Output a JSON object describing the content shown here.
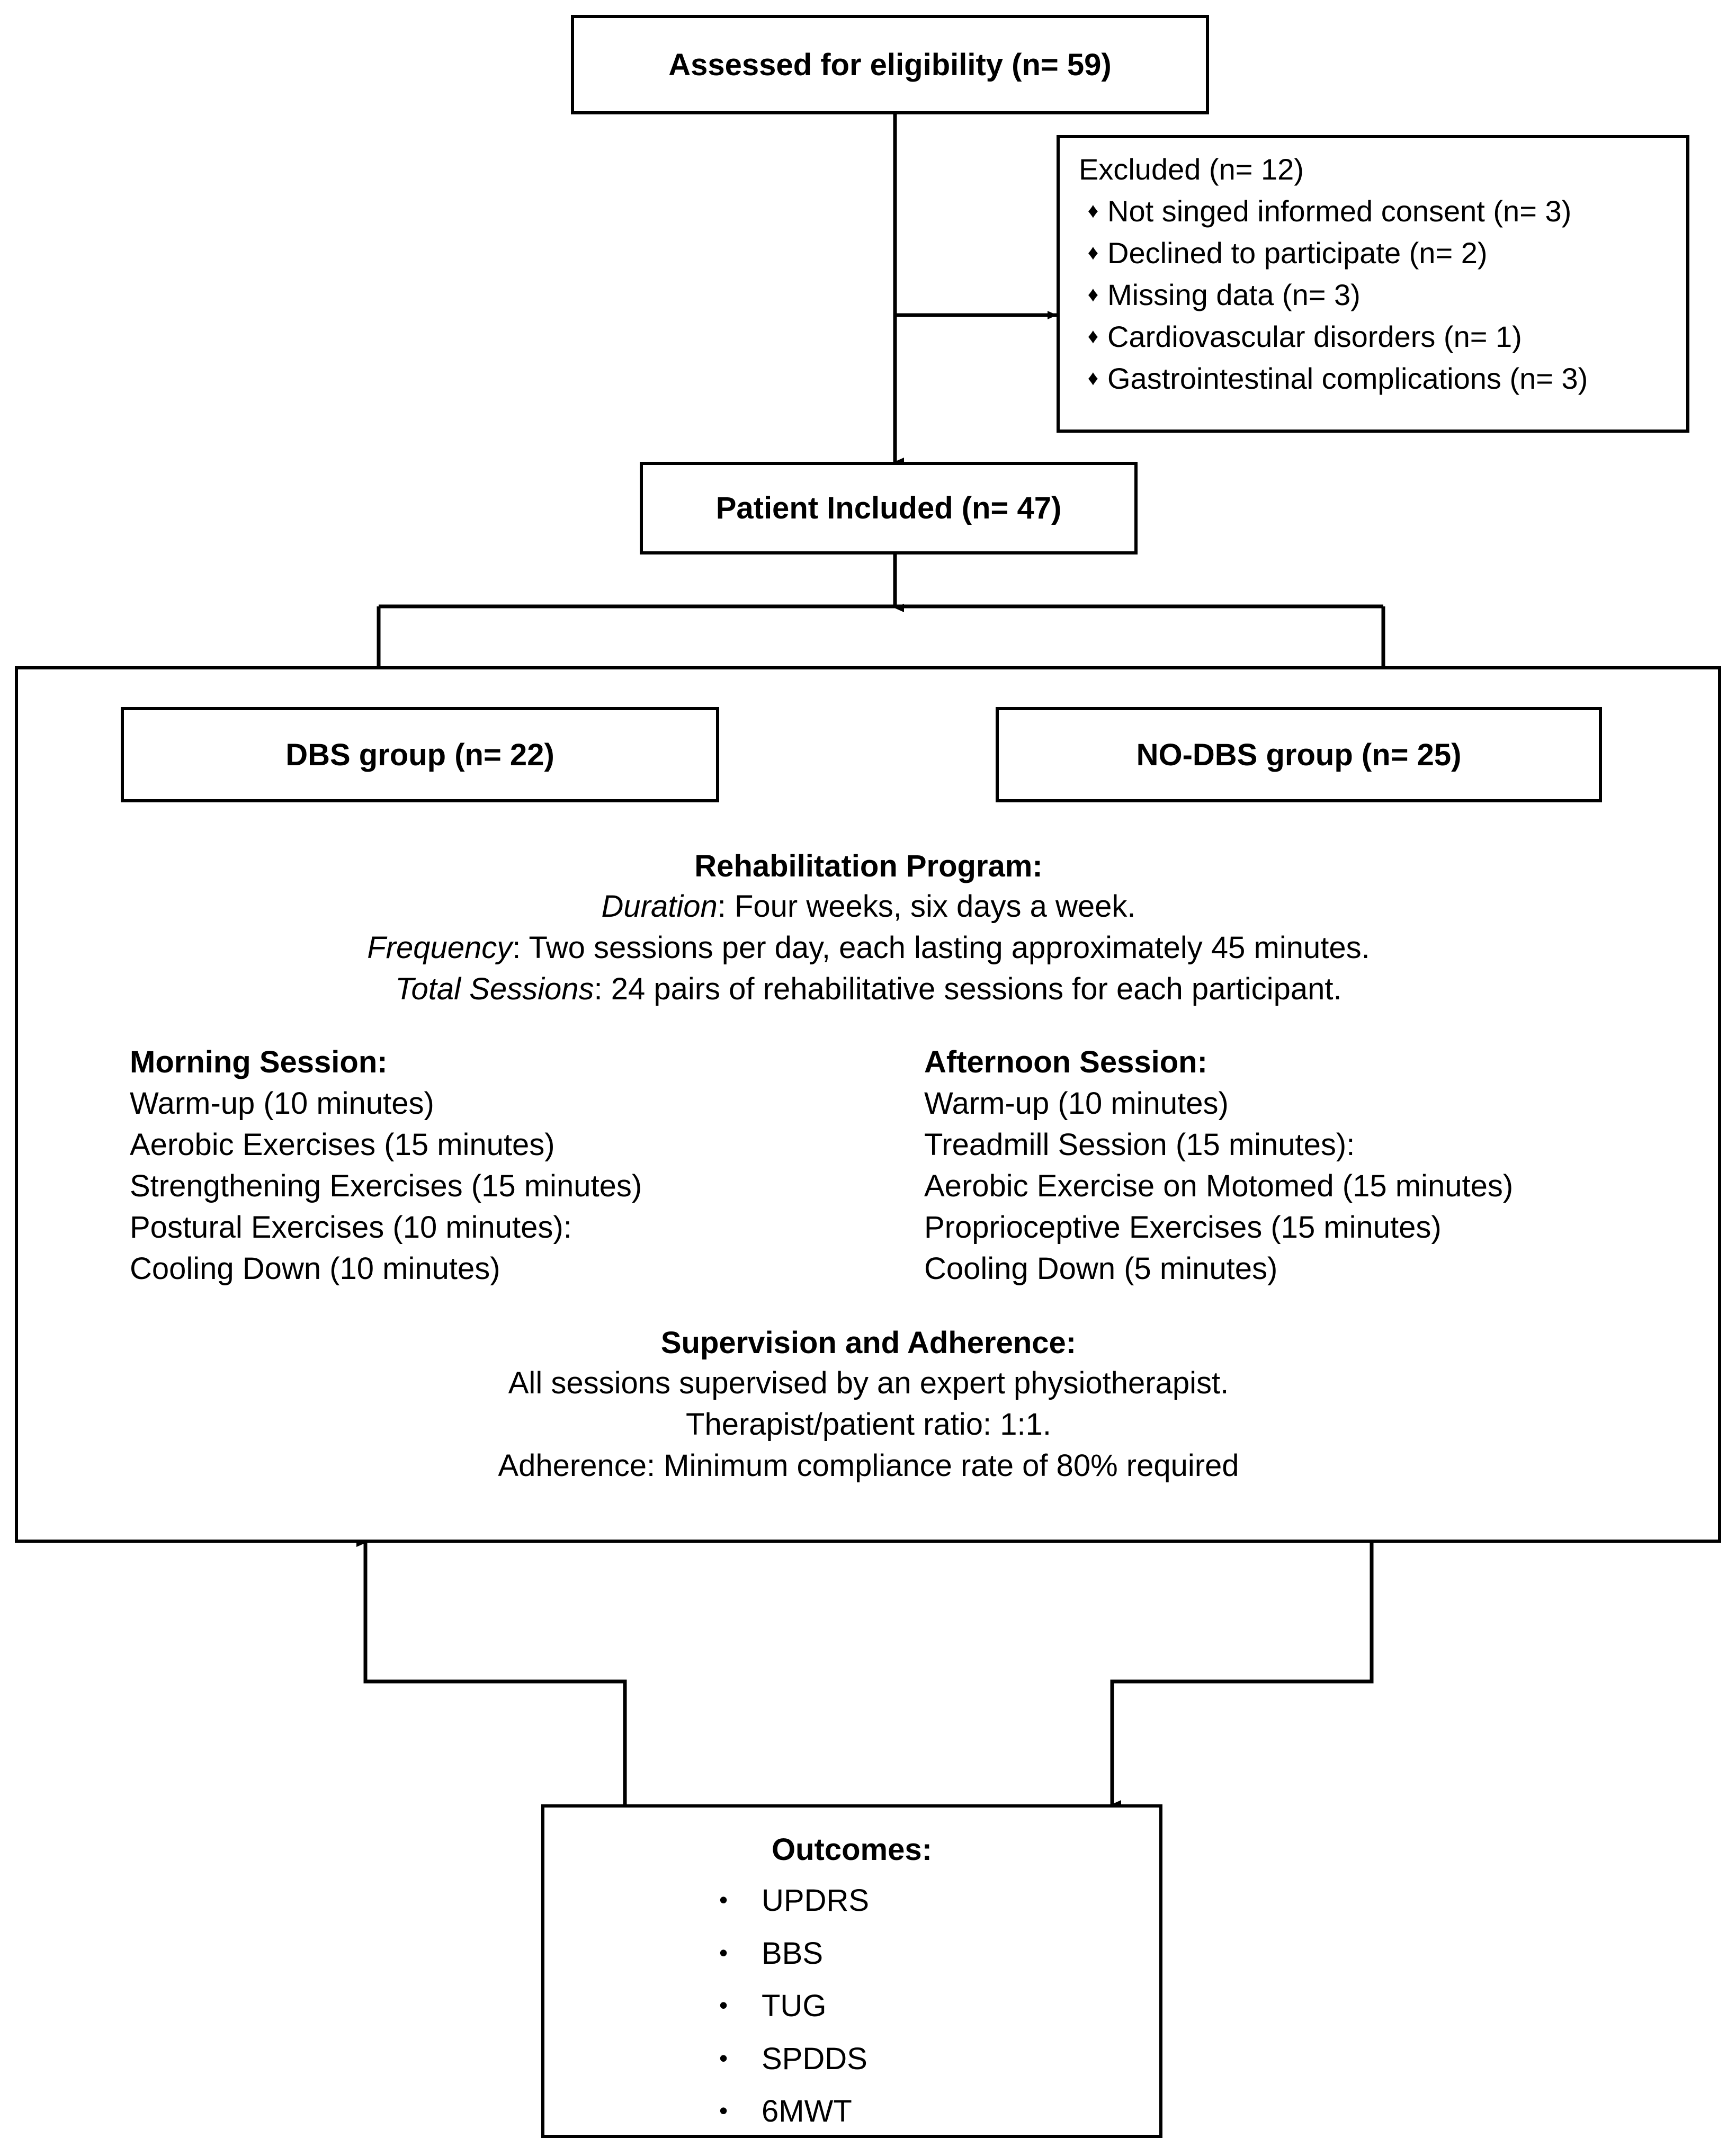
{
  "diagram": {
    "type": "consort-flow-diagram",
    "title": "Study participant flow diagram"
  },
  "assessed": {
    "label": "Assessed for eligibility (n= 59)"
  },
  "excluded": {
    "title": "Excluded (n= 12)",
    "bullet_glyph": "♦",
    "items": [
      "Not singed informed consent (n= 3)",
      "Declined to participate (n= 2)",
      "Missing data (n= 3)",
      "Cardiovascular disorders (n= 1)",
      "Gastrointestinal complications (n= 3)"
    ]
  },
  "included": {
    "label": "Patient Included (n= 47)"
  },
  "groups": {
    "dbs": "DBS group (n= 22)",
    "no_dbs": "NO-DBS group (n= 25)"
  },
  "rehab": {
    "header": "Rehabilitation Program:",
    "lines": [
      {
        "label": "Duration",
        "text": ": Four weeks, six days a week."
      },
      {
        "label": "Frequency",
        "text": ": Two sessions per day, each lasting approximately 45 minutes."
      },
      {
        "label": "Total Sessions",
        "text": ": 24 pairs of rehabilitative sessions for each participant."
      }
    ]
  },
  "morning_session": {
    "header": "Morning Session:",
    "items": [
      "Warm-up (10 minutes)",
      "Aerobic Exercises (15 minutes)",
      "Strengthening Exercises (15 minutes)",
      "Postural Exercises (10 minutes):",
      "Cooling Down (10 minutes)"
    ]
  },
  "afternoon_session": {
    "header": "Afternoon Session:",
    "items": [
      "Warm-up (10 minutes)",
      "Treadmill Session (15 minutes):",
      "Aerobic Exercise on Motomed (15 minutes)",
      "Proprioceptive Exercises (15 minutes)",
      "Cooling Down (5 minutes)"
    ]
  },
  "supervision": {
    "header": "Supervision and Adherence:",
    "lines": [
      "All sessions supervised by an expert physiotherapist.",
      "Therapist/patient ratio: 1:1.",
      "Adherence: Minimum compliance rate of 80% required"
    ]
  },
  "outcomes": {
    "title": "Outcomes:",
    "bullet_glyph": "•",
    "items": [
      "UPDRS",
      "BBS",
      "TUG",
      "SPDDS",
      "6MWT"
    ]
  },
  "colors": {
    "stroke": "#000000",
    "background": "#ffffff",
    "text": "#000000"
  }
}
